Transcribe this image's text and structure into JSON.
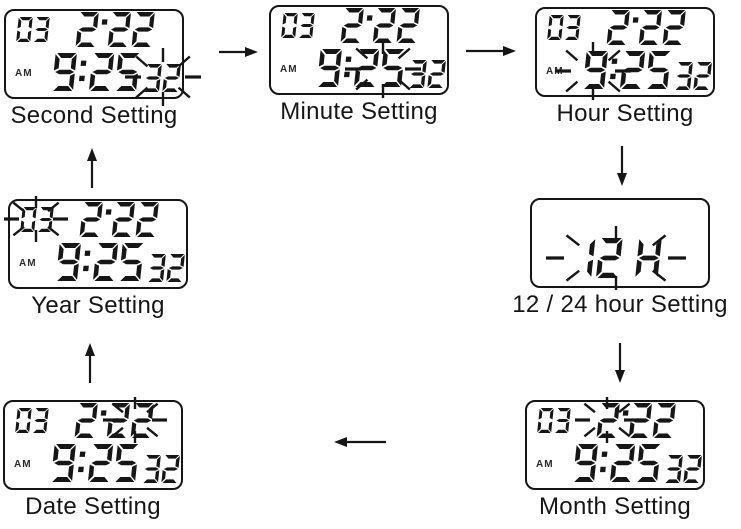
{
  "colors": {
    "ink": "#161616",
    "background": "#ffffff"
  },
  "display": {
    "year": "03",
    "month_date": "2.22",
    "time": "9:25",
    "seconds": "32",
    "ampm": "AM",
    "hour_mode": "12 H"
  },
  "panels": [
    {
      "id": "second",
      "label": "Second Setting",
      "blinking": "seconds"
    },
    {
      "id": "minute",
      "label": "Minute Setting",
      "blinking": "minutes"
    },
    {
      "id": "hour",
      "label": "Hour Setting",
      "blinking": "hour"
    },
    {
      "id": "mode",
      "label": "12 / 24 hour Setting",
      "blinking": "hour-mode"
    },
    {
      "id": "month",
      "label": "Month Setting",
      "blinking": "month"
    },
    {
      "id": "date",
      "label": "Date Setting",
      "blinking": "date"
    },
    {
      "id": "year",
      "label": "Year Setting",
      "blinking": "year"
    }
  ],
  "flow": [
    {
      "from": "Second Setting",
      "to": "Minute Setting",
      "direction": "right"
    },
    {
      "from": "Minute Setting",
      "to": "Hour Setting",
      "direction": "right"
    },
    {
      "from": "Hour Setting",
      "to": "12 / 24 hour Setting",
      "direction": "down"
    },
    {
      "from": "12 / 24 hour Setting",
      "to": "Month Setting",
      "direction": "down"
    },
    {
      "from": "Month Setting",
      "to": "Date Setting",
      "direction": "left"
    },
    {
      "from": "Date Setting",
      "to": "Year Setting",
      "direction": "up"
    },
    {
      "from": "Year Setting",
      "to": "Second Setting",
      "direction": "up"
    }
  ]
}
